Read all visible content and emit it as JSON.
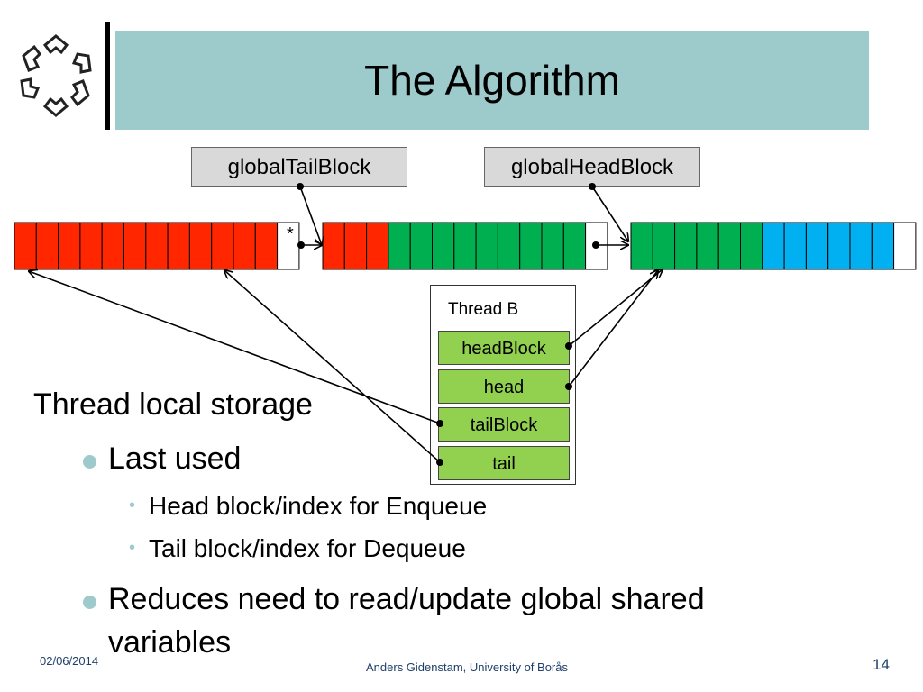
{
  "slide": {
    "title": "The Algorithm",
    "global_tail_label": "globalTailBlock",
    "global_head_label": "globalHeadBlock",
    "block_marker": "*",
    "thread": {
      "label": "Thread B",
      "fields": [
        "headBlock",
        "head",
        "tailBlock",
        "tail"
      ]
    },
    "heading": "Thread local storage",
    "bullets": [
      {
        "text": "Last used",
        "sub": [
          "Head block/index for Enqueue",
          "Tail block/index for Dequeue"
        ]
      },
      {
        "text_line1": "Reduces need to read/update global shared",
        "text_line2": "variables"
      }
    ],
    "footer": {
      "date": "02/06/2014",
      "author": "Anders Gidenstam, University of Borås",
      "page": "14"
    }
  },
  "blocks": [
    {
      "cells": [
        "red",
        "red",
        "red",
        "red",
        "red",
        "red",
        "red",
        "red",
        "red",
        "red",
        "red",
        "red",
        "white"
      ]
    },
    {
      "cells": [
        "red",
        "red",
        "red",
        "green",
        "green",
        "green",
        "green",
        "green",
        "green",
        "green",
        "green",
        "green",
        "white"
      ]
    },
    {
      "cells": [
        "green",
        "green",
        "green",
        "green",
        "green",
        "green",
        "blue",
        "blue",
        "blue",
        "blue",
        "blue",
        "blue",
        "white"
      ]
    }
  ],
  "colors": {
    "red": "#ff2600",
    "green": "#00b050",
    "blue": "#00b0f0",
    "white": "#ffffff",
    "title_band": "#9dcbcc",
    "field_green": "#92d050",
    "bullet": "#9ecacc"
  }
}
